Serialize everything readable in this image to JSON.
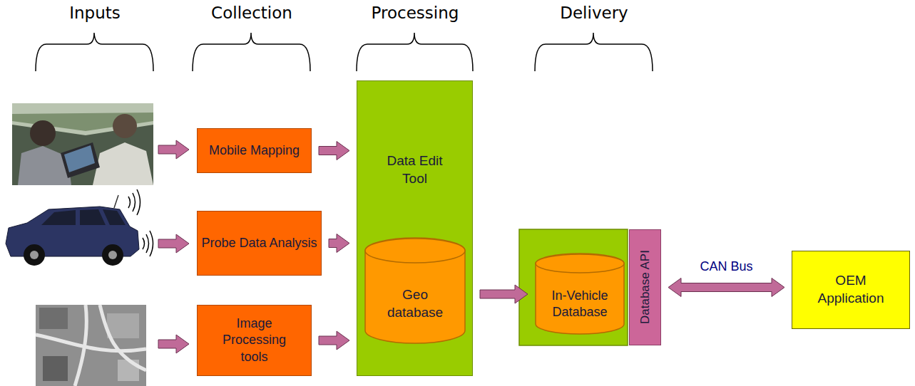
{
  "diagram": {
    "nodes": [
      {
        "text": [
          "Mobile Mapping"
        ]
      },
      {
        "text": [
          "Probe Data Analysis"
        ]
      },
      {
        "text": [
          "Image Processing tools"
        ]
      },
      {
        "text": [
          "Data Edit Tool"
        ]
      },
      {
        "text": [
          "Geo database"
        ],
        "in": 3
      },
      {
        "text": [
          "In-Vehicle Database"
        ]
      },
      {
        "text": [
          "Database API"
        ]
      },
      {
        "text": [
          "OEM Application"
        ]
      }
    ],
    "edges": [
      {
        "from": 0,
        "to": 3,
        "arrow": "to"
      },
      {
        "from": 1,
        "to": 3,
        "arrow": "to"
      },
      {
        "from": 2,
        "to": 3,
        "arrow": "to"
      },
      {
        "from": 3,
        "to": 5,
        "arrow": "to"
      },
      {
        "from": 6,
        "to": 7,
        "arrow": "both",
        "label": "CAN Bus"
      }
    ],
    "labels": [
      "Inputs",
      "Collection",
      "Processing",
      "Delivery"
    ]
  }
}
